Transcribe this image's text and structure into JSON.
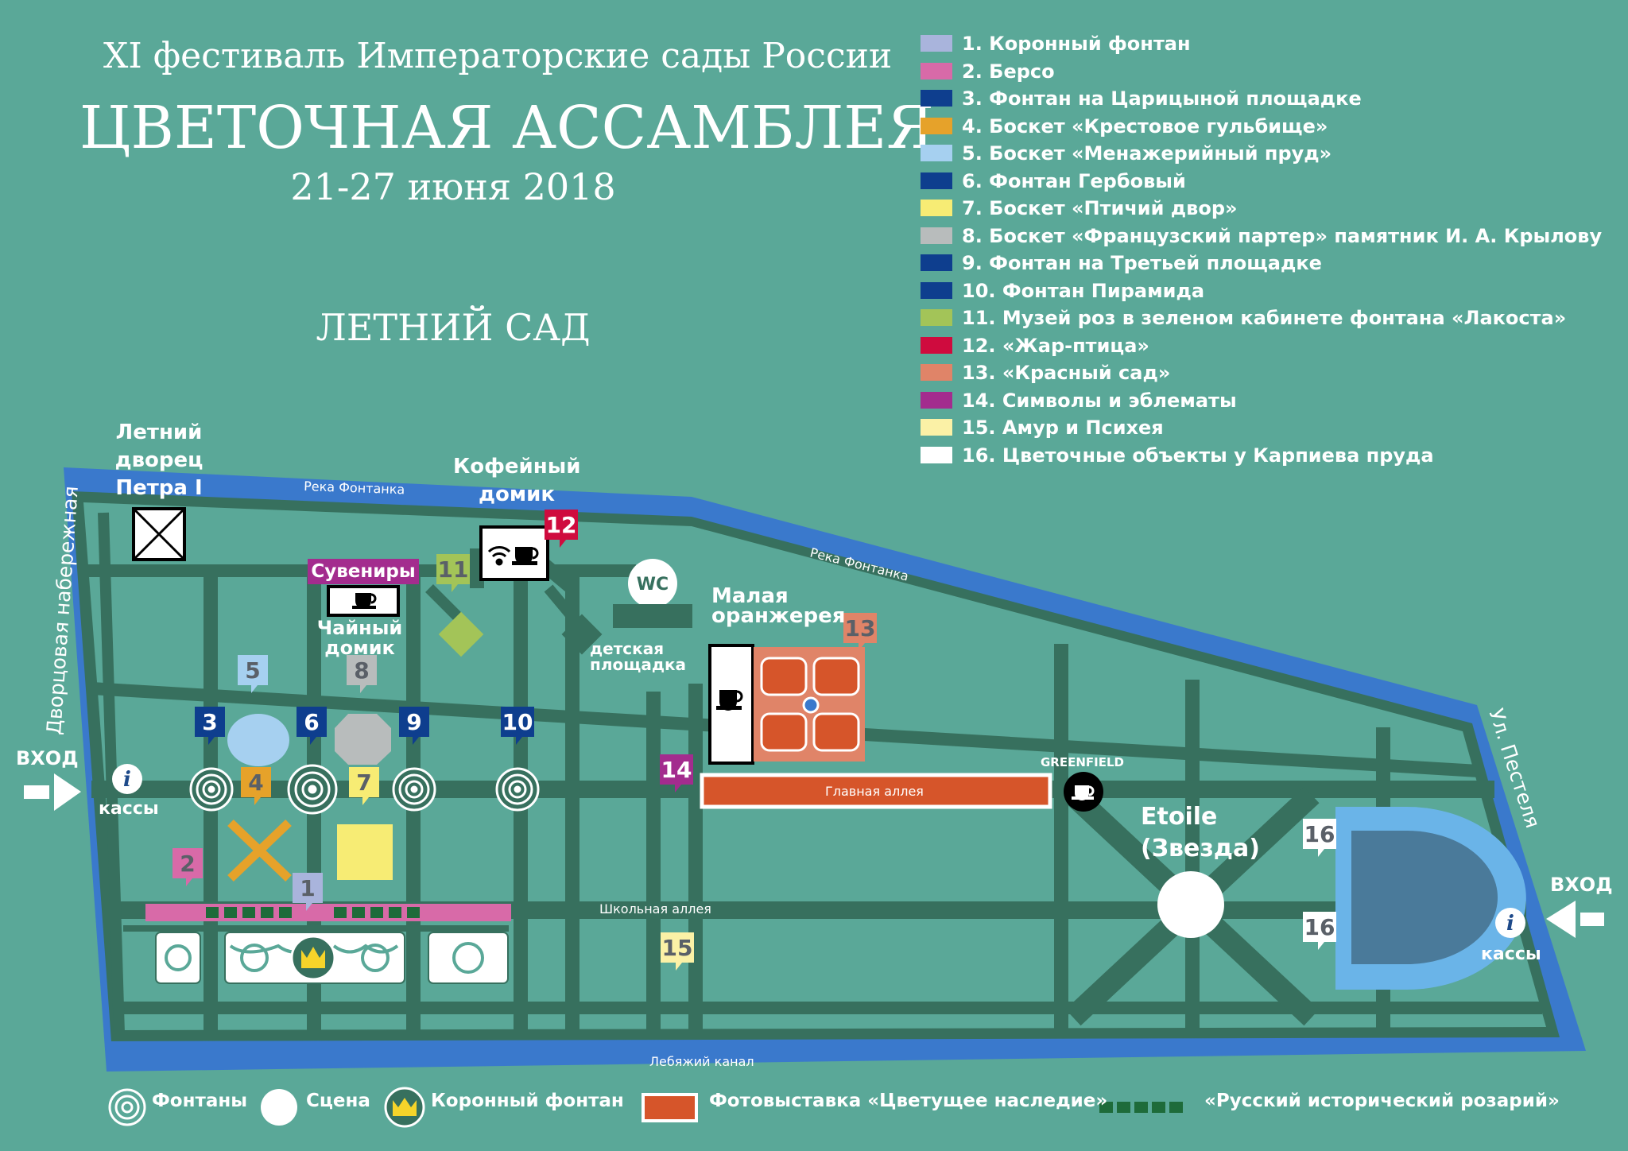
{
  "header": {
    "festival": "XI фестиваль Императорские сады России",
    "title": "ЦВЕТОЧНАЯ АССАМБЛЕЯ",
    "dates": "21-27 июня 2018",
    "garden": "ЛЕТНИЙ САД"
  },
  "legend": [
    {
      "label": "1. Коронный фонтан",
      "color": "#a9b4dc"
    },
    {
      "label": "2. Берсо",
      "color": "#d86aa8"
    },
    {
      "label": "3. Фонтан на Царицыной площадке",
      "color": "#0e3e8e"
    },
    {
      "label": "4. Боскет «Крестовое гульбище»",
      "color": "#e6a22a"
    },
    {
      "label": "5. Боскет «Менажерийный пруд»",
      "color": "#a6d0f0"
    },
    {
      "label": "6. Фонтан Гербовый",
      "color": "#0e3e8e"
    },
    {
      "label": "7. Боскет «Птичий двор»",
      "color": "#f7ec74"
    },
    {
      "label": "8. Боскет «Французский партер» памятник И. А. Крылову",
      "color": "#b8bcbc"
    },
    {
      "label": "9. Фонтан на Третьей площадке",
      "color": "#0e3e8e"
    },
    {
      "label": "10. Фонтан Пирамида",
      "color": "#0e3e8e"
    },
    {
      "label": "11. Музей роз в зеленом кабинете фонтана «Лакоста»",
      "color": "#a3c458"
    },
    {
      "label": "12. «Жар-птица»",
      "color": "#cf0b3e"
    },
    {
      "label": "13. «Красный сад»",
      "color": "#e08468"
    },
    {
      "label": "14. Символы и эблематы",
      "color": "#a32c8e"
    },
    {
      "label": "15. Амур и Психея",
      "color": "#fbf1a6"
    },
    {
      "label": "16. Цветочные объекты у Карпиева пруда",
      "color": "#ffffff"
    }
  ],
  "places": {
    "summer_palace": "Летний дворец Петра I",
    "coffee_house": "Кофейный домик",
    "tea_house": "Чайный домик",
    "souvenirs": "Сувениры",
    "wc": "WC",
    "playground": "детская площадка",
    "orangery": "Малая оранжерея",
    "greenfield": "GREENFIELD",
    "etoile": "Etoile (Звезда)",
    "entrance": "ВХОД",
    "ticket_office": "кассы",
    "info": "i"
  },
  "streets": {
    "fontanka": "Река Фонтанка",
    "dvortsovaya": "Дворцовая набережная",
    "pestelya": "Ул. Пестеля",
    "lebyazhy": "Лебяжий канал",
    "shkolnaya": "Школьная аллея",
    "glavnaya": "Главная аллея"
  },
  "markers": [
    {
      "num": "1",
      "color": "#a9b4dc",
      "text": "#5a6068"
    },
    {
      "num": "2",
      "color": "#d86aa8",
      "text": "#5a6068"
    },
    {
      "num": "3",
      "color": "#0e3e8e",
      "text": "#ffffff"
    },
    {
      "num": "4",
      "color": "#e6a22a",
      "text": "#5a6068"
    },
    {
      "num": "5",
      "color": "#a6d0f0",
      "text": "#5a6068"
    },
    {
      "num": "6",
      "color": "#0e3e8e",
      "text": "#ffffff"
    },
    {
      "num": "7",
      "color": "#f7ec74",
      "text": "#5a6068"
    },
    {
      "num": "8",
      "color": "#b8bcbc",
      "text": "#5a6068"
    },
    {
      "num": "9",
      "color": "#0e3e8e",
      "text": "#ffffff"
    },
    {
      "num": "10",
      "color": "#0e3e8e",
      "text": "#ffffff"
    },
    {
      "num": "11",
      "color": "#a3c458",
      "text": "#5a6068"
    },
    {
      "num": "12",
      "color": "#cf0b3e",
      "text": "#ffffff"
    },
    {
      "num": "13",
      "color": "#e08468",
      "text": "#5a6068"
    },
    {
      "num": "14",
      "color": "#a32c8e",
      "text": "#ffffff"
    },
    {
      "num": "15",
      "color": "#fbf1a6",
      "text": "#5a6068"
    },
    {
      "num": "16",
      "color": "#ffffff",
      "text": "#5a6068"
    }
  ],
  "bottom_legend": {
    "fountains": "Фонтаны",
    "stage": "Сцена",
    "crown_fountain": "Коронный фонтан",
    "photo_exhibit": "Фотовыставка «Цветущее наследие»",
    "rose_garden": "«Русский исторический розарий»"
  },
  "colors": {
    "background": "#5aa898",
    "path": "#37705e",
    "river": "#3a79cc",
    "photo_exhibit": "#d6552a",
    "white": "#ffffff"
  }
}
